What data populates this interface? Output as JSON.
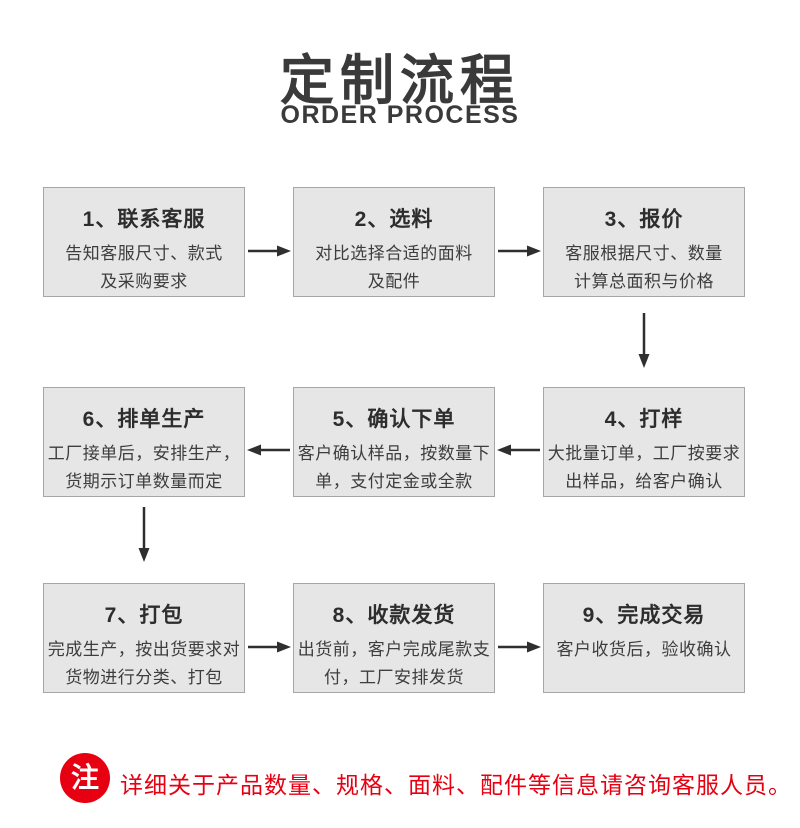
{
  "page": {
    "title": "定制流程",
    "subtitle": "ORDER PROCESS"
  },
  "steps": [
    {
      "title": "1、联系客服",
      "line1": "告知客服尺寸、款式",
      "line2": "及采购要求"
    },
    {
      "title": "2、选料",
      "line1": "对比选择合适的面料",
      "line2": "及配件"
    },
    {
      "title": "3、报价",
      "line1": "客服根据尺寸、数量",
      "line2": "计算总面积与价格"
    },
    {
      "title": "4、打样",
      "line1": "大批量订单，工厂按要求",
      "line2": "出样品，给客户确认"
    },
    {
      "title": "5、确认下单",
      "line1": "客户确认样品，按数量下",
      "line2": "单，支付定金或全款"
    },
    {
      "title": "6、排单生产",
      "line1": "工厂接单后，安排生产，",
      "line2": "货期示订单数量而定"
    },
    {
      "title": "7、打包",
      "line1": "完成生产，按出货要求对",
      "line2": "货物进行分类、打包"
    },
    {
      "title": "8、收款发货",
      "line1": "出货前，客户完成尾款支",
      "line2": "付，工厂安排发货"
    },
    {
      "title": "9、完成交易",
      "line1": "客户收货后，验收确认",
      "line2": ""
    }
  ],
  "note": {
    "badge": "注",
    "text": "详细关于产品数量、规格、面料、配件等信息请咨询客服人员。"
  },
  "colors": {
    "accent_red": "#e60012",
    "box_background": "#e6e6e6",
    "box_border": "#a6a6a6",
    "text_dark": "#3a3a3a",
    "arrow": "#2f2f2f"
  }
}
